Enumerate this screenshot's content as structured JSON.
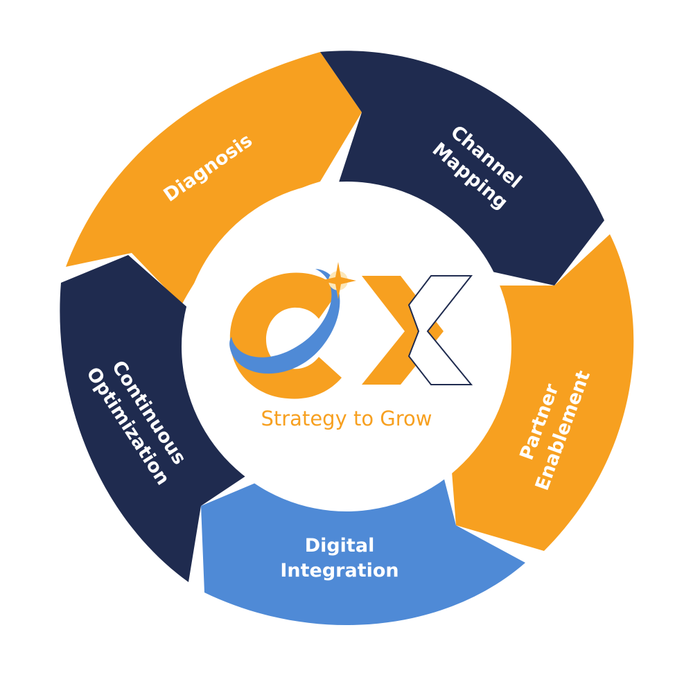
{
  "cycle": {
    "segments": [
      {
        "id": "diagnosis",
        "lines": [
          "Diagnosis"
        ],
        "color": "#f7a020"
      },
      {
        "id": "channel-mapping",
        "lines": [
          "Channel",
          "Mapping"
        ],
        "color": "#1f2b4f"
      },
      {
        "id": "partner-enablement",
        "lines": [
          "Partner",
          "Enablement"
        ],
        "color": "#f7a020"
      },
      {
        "id": "digital-integration",
        "lines": [
          "Digital",
          "Integration"
        ],
        "color": "#4f8ad6"
      },
      {
        "id": "continuous-optimization",
        "lines": [
          "Continuous",
          "Optimization"
        ],
        "color": "#1f2b4f"
      }
    ]
  },
  "logo": {
    "text": "CX",
    "tagline": "Strategy to Grow",
    "colors": {
      "orange": "#f7a020",
      "navy": "#1f2b4f",
      "blue": "#4f8ad6"
    }
  }
}
